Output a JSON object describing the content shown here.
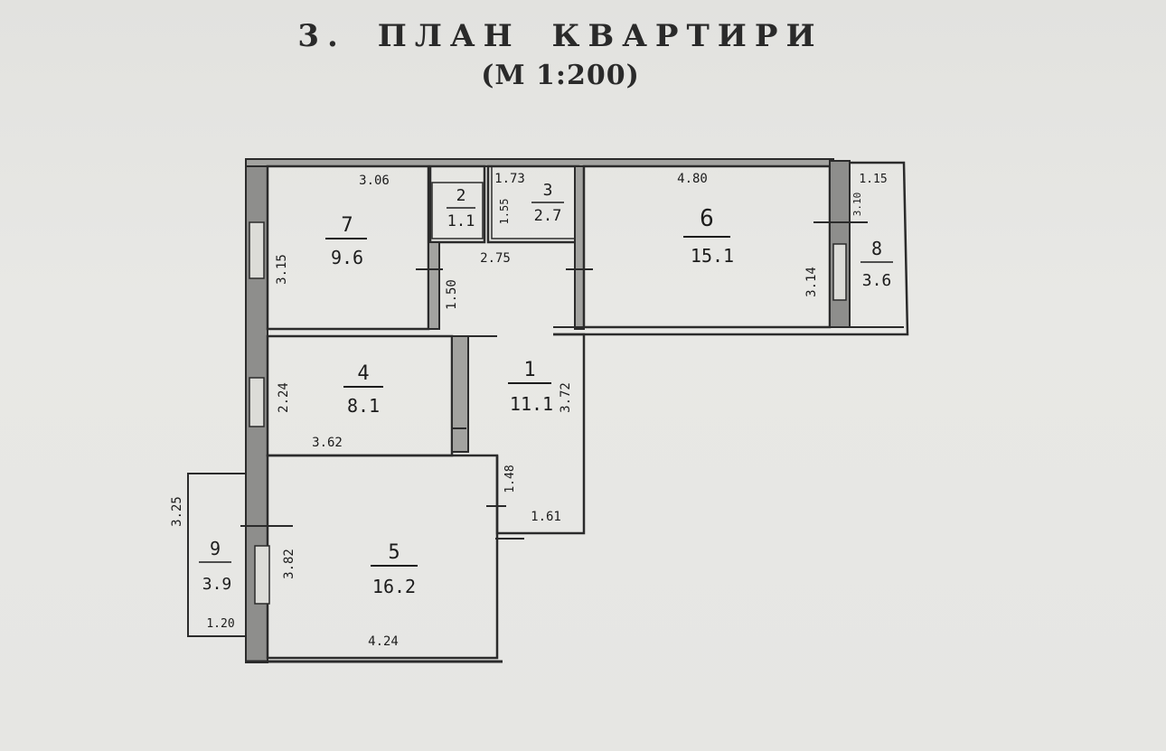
{
  "title": "3. ПЛАН   КВАРТИРИ",
  "scale": "(М 1:200)",
  "rooms": [
    {
      "number": "1",
      "area": "11.1"
    },
    {
      "number": "2",
      "area": "1.1"
    },
    {
      "number": "3",
      "area": "2.7"
    },
    {
      "number": "4",
      "area": "8.1"
    },
    {
      "number": "5",
      "area": "16.2"
    },
    {
      "number": "6",
      "area": "15.1"
    },
    {
      "number": "7",
      "area": "9.6"
    },
    {
      "number": "8",
      "area": "3.6"
    },
    {
      "number": "9",
      "area": "3.9"
    }
  ],
  "dimensions": {
    "r7_width": "3.06",
    "r7_height": "3.15",
    "r3_width": "1.73",
    "r3_height": "1.55",
    "r6_width": "4.80",
    "r6_height": "3.14",
    "r8_width": "1.15",
    "r8_small": "3.10",
    "hall_width": "2.75",
    "hall_height": "1.50",
    "r4_height": "2.24",
    "r4_width": "3.62",
    "r1_height": "3.72",
    "r1_small": "1.48",
    "r1_bottom": "1.61",
    "r9_height": "3.25",
    "r9_width": "1.20",
    "r5_height": "3.82",
    "r5_width": "4.24"
  }
}
